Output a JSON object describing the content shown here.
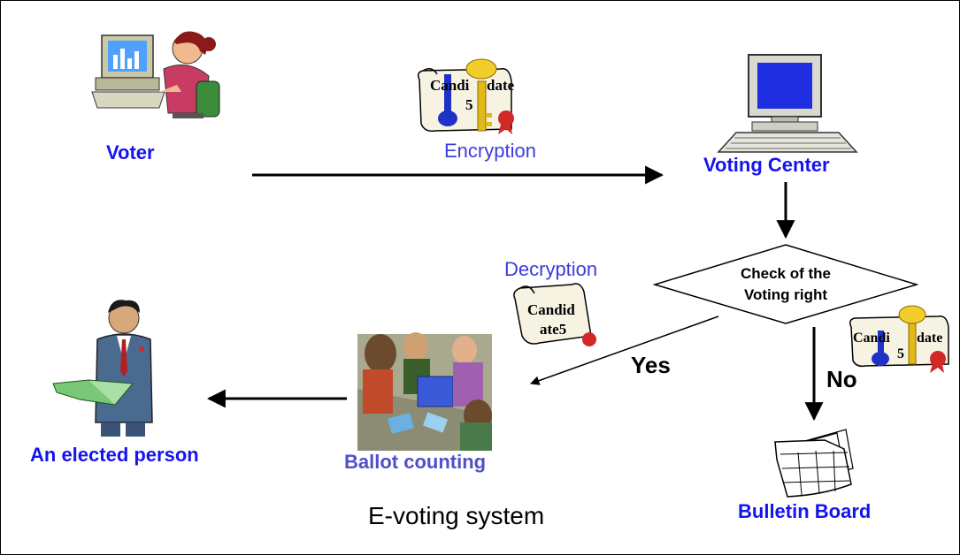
{
  "title": "E-voting system",
  "nodes": {
    "voter": "Voter",
    "voting_center": "Voting Center",
    "check": [
      "Check of the",
      "Voting right"
    ],
    "ballot_counting": "Ballot counting",
    "elected_person": "An elected person",
    "bulletin_board": "Bulletin Board"
  },
  "edges": {
    "encryption": "Encryption",
    "decryption": "Decryption",
    "yes": "Yes",
    "no": "No"
  },
  "scrolls": {
    "encrypted_top": [
      "Candi",
      "date",
      "5"
    ],
    "decrypted": [
      "Candid",
      "ate5"
    ],
    "encrypted_right": [
      "Candi",
      "date",
      "5"
    ]
  },
  "colors": {
    "node_label": "#1414f0",
    "edge_label": "#3c3cdc",
    "arrow": "#000000"
  },
  "icons": [
    "voter-at-computer-icon",
    "computer-icon",
    "key-scroll-icon",
    "scroll-icon",
    "ballot-box-crowd-icon",
    "elected-person-icon",
    "bulletin-board-icon"
  ]
}
